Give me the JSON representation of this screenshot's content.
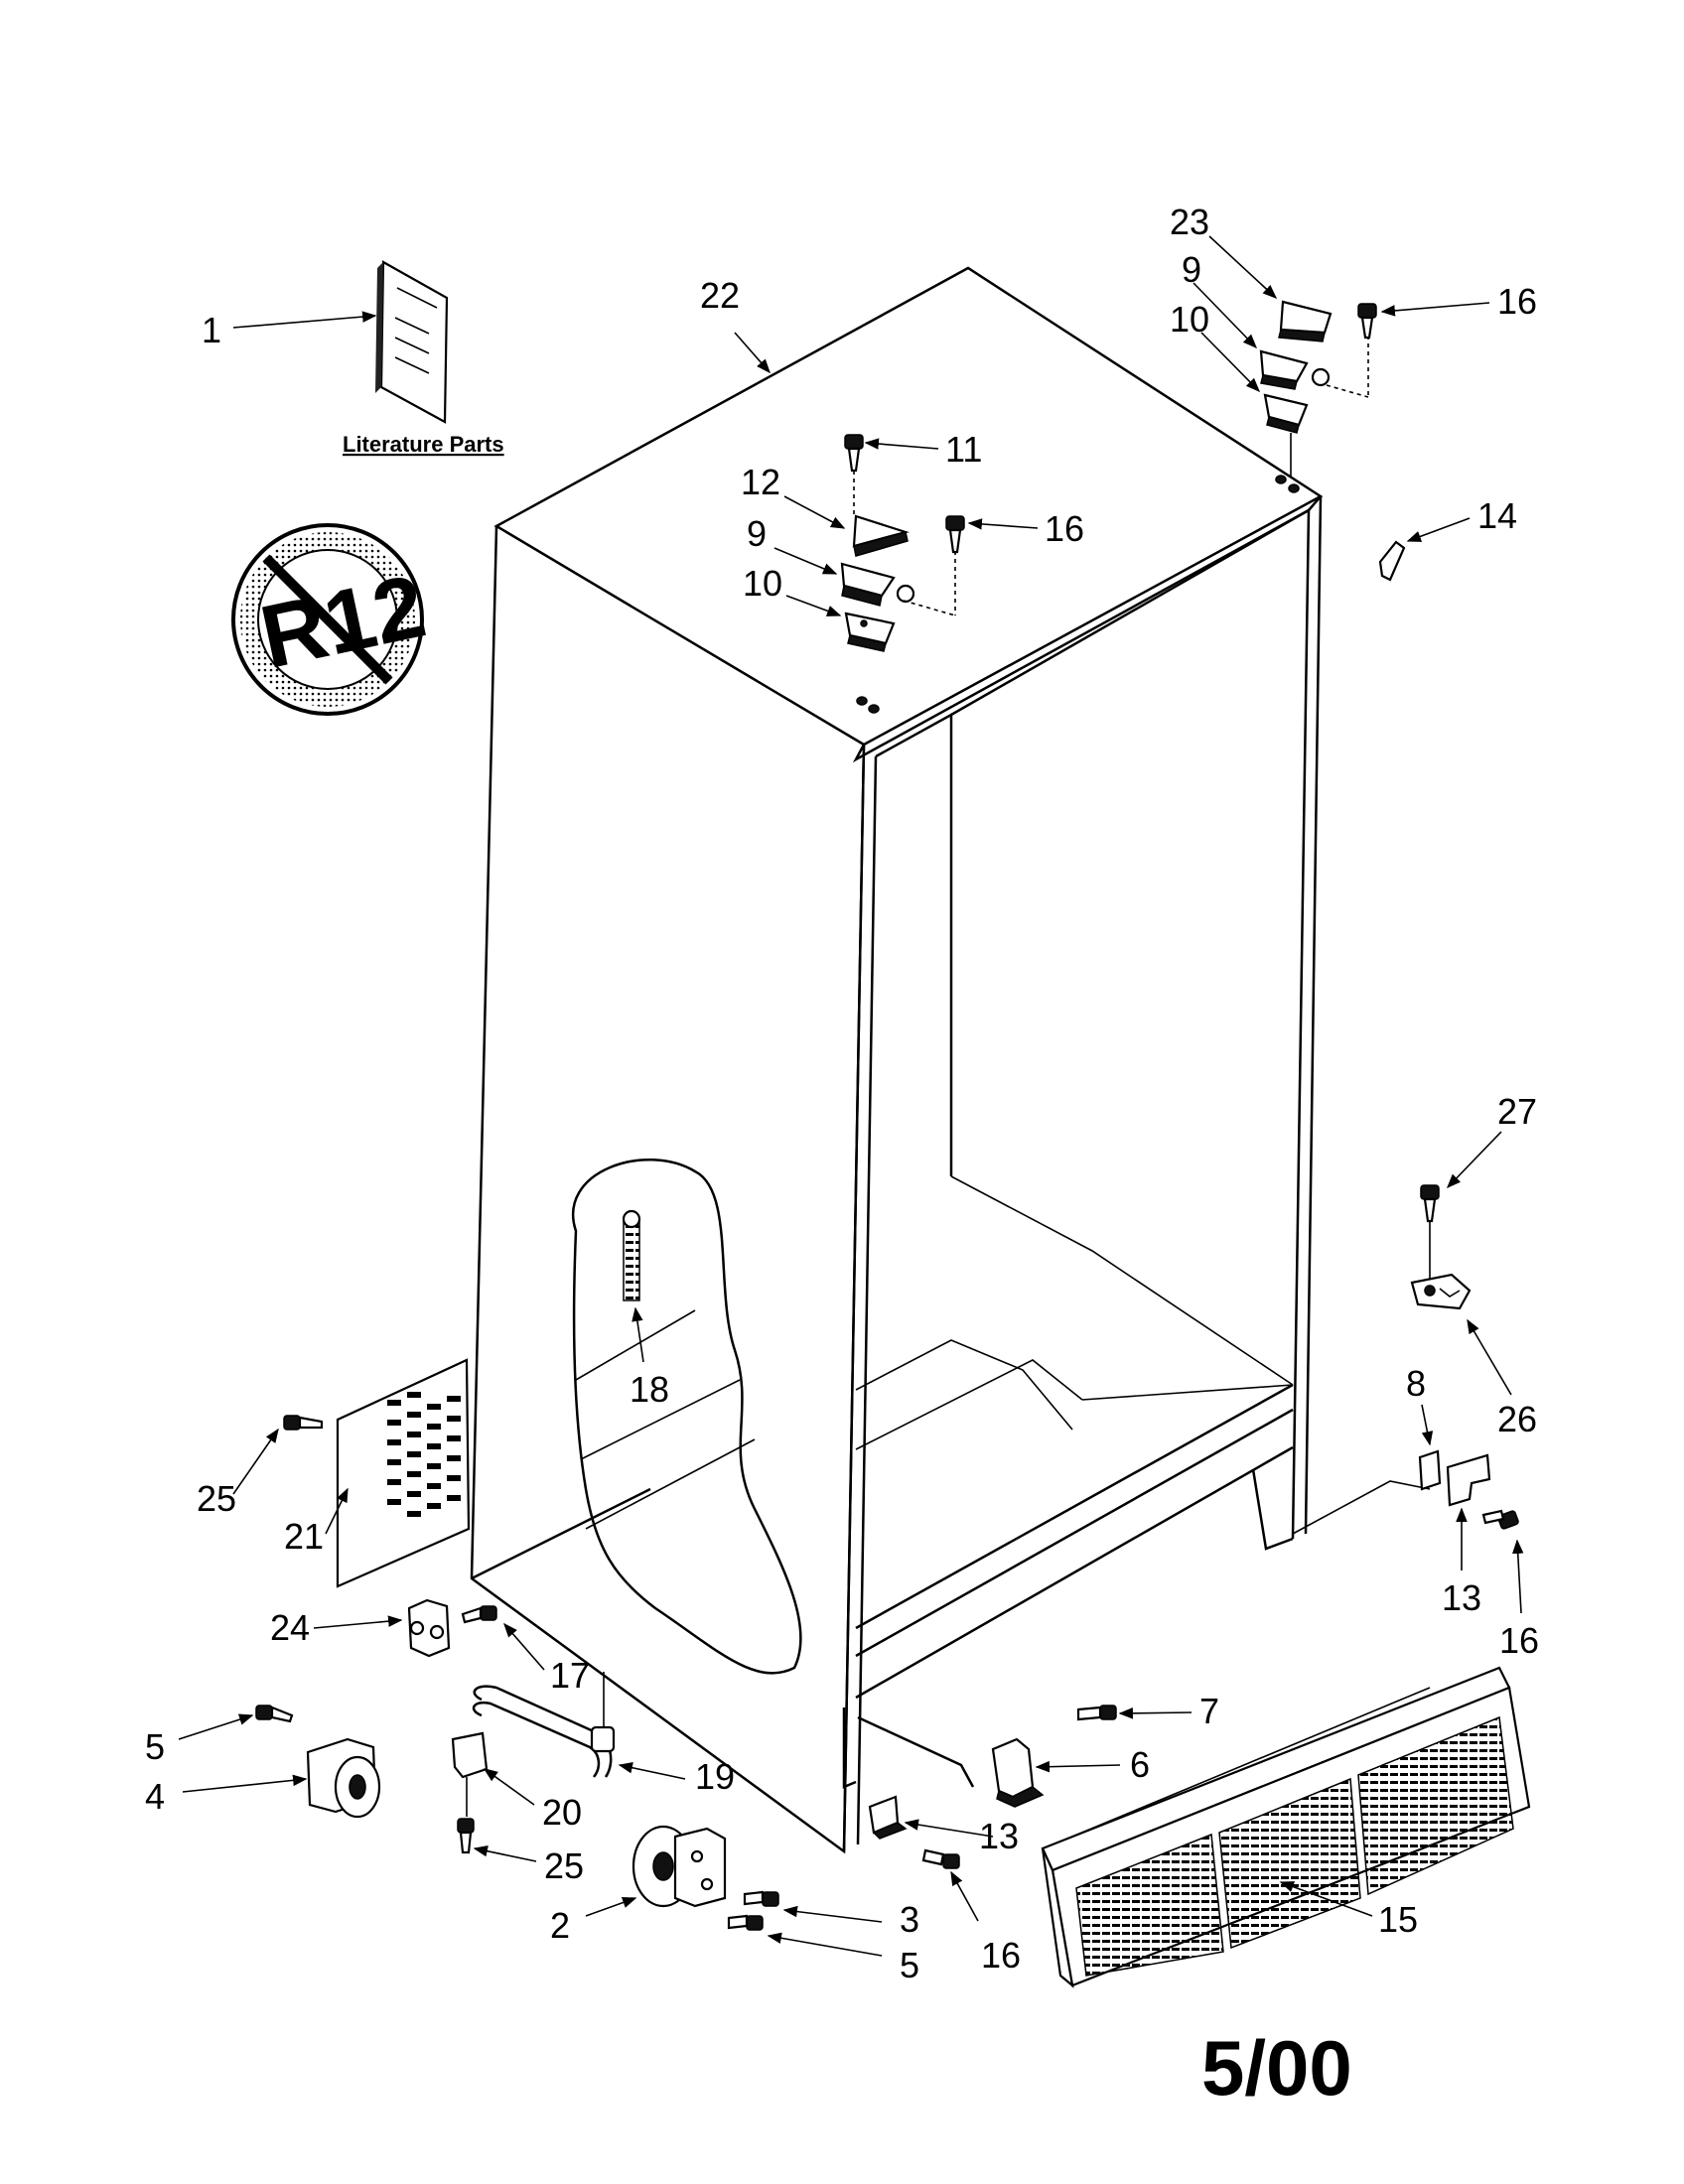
{
  "literature": {
    "label": "Literature Parts"
  },
  "revision": "5/00",
  "callouts": {
    "c1": "1",
    "c2": "2",
    "c3": "3",
    "c4": "4",
    "c5a": "5",
    "c5b": "5",
    "c6": "6",
    "c7": "7",
    "c8": "8",
    "c9a": "9",
    "c9b": "9",
    "c10a": "10",
    "c10b": "10",
    "c11": "11",
    "c12": "12",
    "c13a": "13",
    "c13b": "13",
    "c14": "14",
    "c15": "15",
    "c16a": "16",
    "c16b": "16",
    "c16c": "16",
    "c16d": "16",
    "c17": "17",
    "c18": "18",
    "c19": "19",
    "c20": "20",
    "c21": "21",
    "c22": "22",
    "c23": "23",
    "c24": "24",
    "c25a": "25",
    "c25b": "25",
    "c26": "26",
    "c27": "27"
  },
  "colors": {
    "ink": "#000000",
    "paper": "#ffffff"
  }
}
